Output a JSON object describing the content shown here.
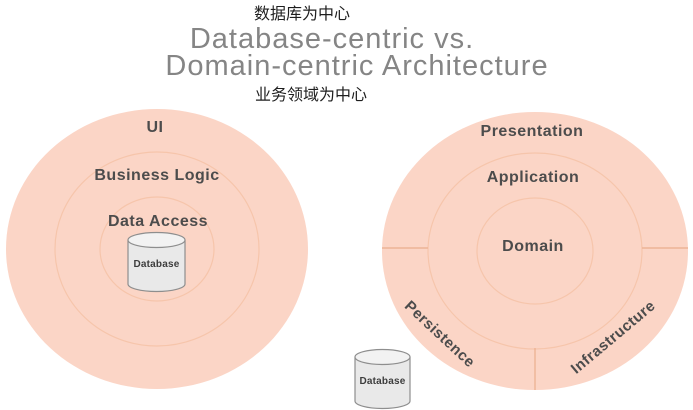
{
  "header": {
    "caption_database_centric_cn": "数据库为中心",
    "title_line1": "Database-centric vs.",
    "title_line2": "Domain-centric Architecture",
    "caption_domain_centric_cn": "业务领域为中心"
  },
  "left_diagram": {
    "name": "Database-centric architecture",
    "rings": [
      {
        "label": "UI"
      },
      {
        "label": "Business Logic"
      },
      {
        "label": "Data Access"
      }
    ],
    "database_label": "Database"
  },
  "right_diagram": {
    "name": "Domain-centric architecture",
    "rings": [
      {
        "label": "Presentation"
      },
      {
        "label": "Application"
      },
      {
        "label": "Domain"
      }
    ],
    "sectors": [
      {
        "label": "Persistence"
      },
      {
        "label": "Infrastructure"
      }
    ],
    "database_label": "Database"
  },
  "colors": {
    "circle_fill": "#FBD5C6",
    "ring_stroke": "#F6C5AB",
    "divider_stroke": "#EDB395",
    "label_text": "#4C4C4C",
    "title_text": "#858585",
    "caption_text": "#1E1E1E",
    "cylinder_fill": "#E9E9E9",
    "cylinder_top_fill": "#F2F2F2",
    "cylinder_stroke": "#8E8E8E"
  }
}
